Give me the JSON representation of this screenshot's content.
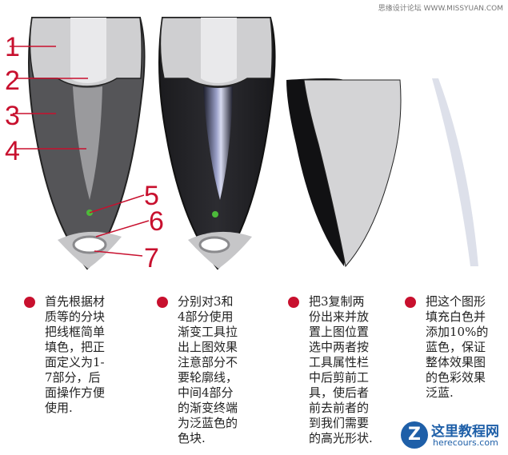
{
  "watermark": "思缘设计论坛 WWW.MISSYUAN.COM",
  "part_numbers": [
    "1",
    "2",
    "3",
    "4",
    "5",
    "6",
    "7"
  ],
  "captions": [
    "首先根据材\n质等的分块\n把线框简单\n填色，把正\n面定义为1-\n7部分，后\n面操作方便\n使用.",
    "分别对3和\n4部分使用\n渐变工具拉\n出上图效果\n注意部分不\n要轮廓线，\n中间4部分\n的渐变终端\n为泛蓝色的\n色块.",
    "把3复制两\n份出来并放\n置上图位置\n选中两者按\n工具属性栏\n中后剪前工\n具，使后者\n前去前者的\n到我们需要\n的高光形状.",
    "把这个图形\n填充白色并\n添加10%的\n蓝色，保证\n整体效果图\n的色彩效果\n泛蓝."
  ],
  "logo": {
    "name": "这里教程网",
    "url": "herecours.com"
  },
  "colors": {
    "accent": "#c8102e",
    "logo_blue": "#1e5fa8"
  }
}
